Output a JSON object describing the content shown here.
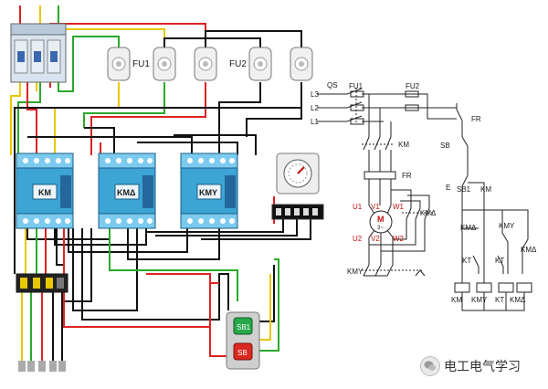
{
  "wiring": {
    "fuse_group_1": "FU1",
    "fuse_group_2": "FU2",
    "contactor_1": "KM",
    "contactor_2": "KMΔ",
    "contactor_3": "KMY",
    "button_1": "SB1",
    "button_2": "SB"
  },
  "schematic": {
    "l3": "L3",
    "l2": "L2",
    "l1": "L1",
    "qs": "QS",
    "fu1": "FU1",
    "fu2": "FU2",
    "fr_top": "FR",
    "km": "KM",
    "fr_mid": "FR",
    "u1": "U1",
    "v1": "V1",
    "w1": "W1",
    "motor": "M",
    "motor_phase": "3~",
    "u2": "U2",
    "v2": "V2",
    "w2": "W2",
    "kmd_main": "KMΔ",
    "kmy_main": "KMY",
    "sb": "SB",
    "e": "E",
    "sb1": "SB1",
    "km_hold": "KM",
    "kmd_ctrl": "KMΔ",
    "kmy_ctrl": "KMY",
    "kt_1": "KT",
    "kt_2": "KT",
    "kmd_right": "KMΔ",
    "coil_1": "KM",
    "coil_2": "KMY",
    "coil_3": "KT",
    "coil_4": "KMΔ"
  },
  "watermark": {
    "text": "电工电气学习",
    "icon": "wechat-icon"
  }
}
